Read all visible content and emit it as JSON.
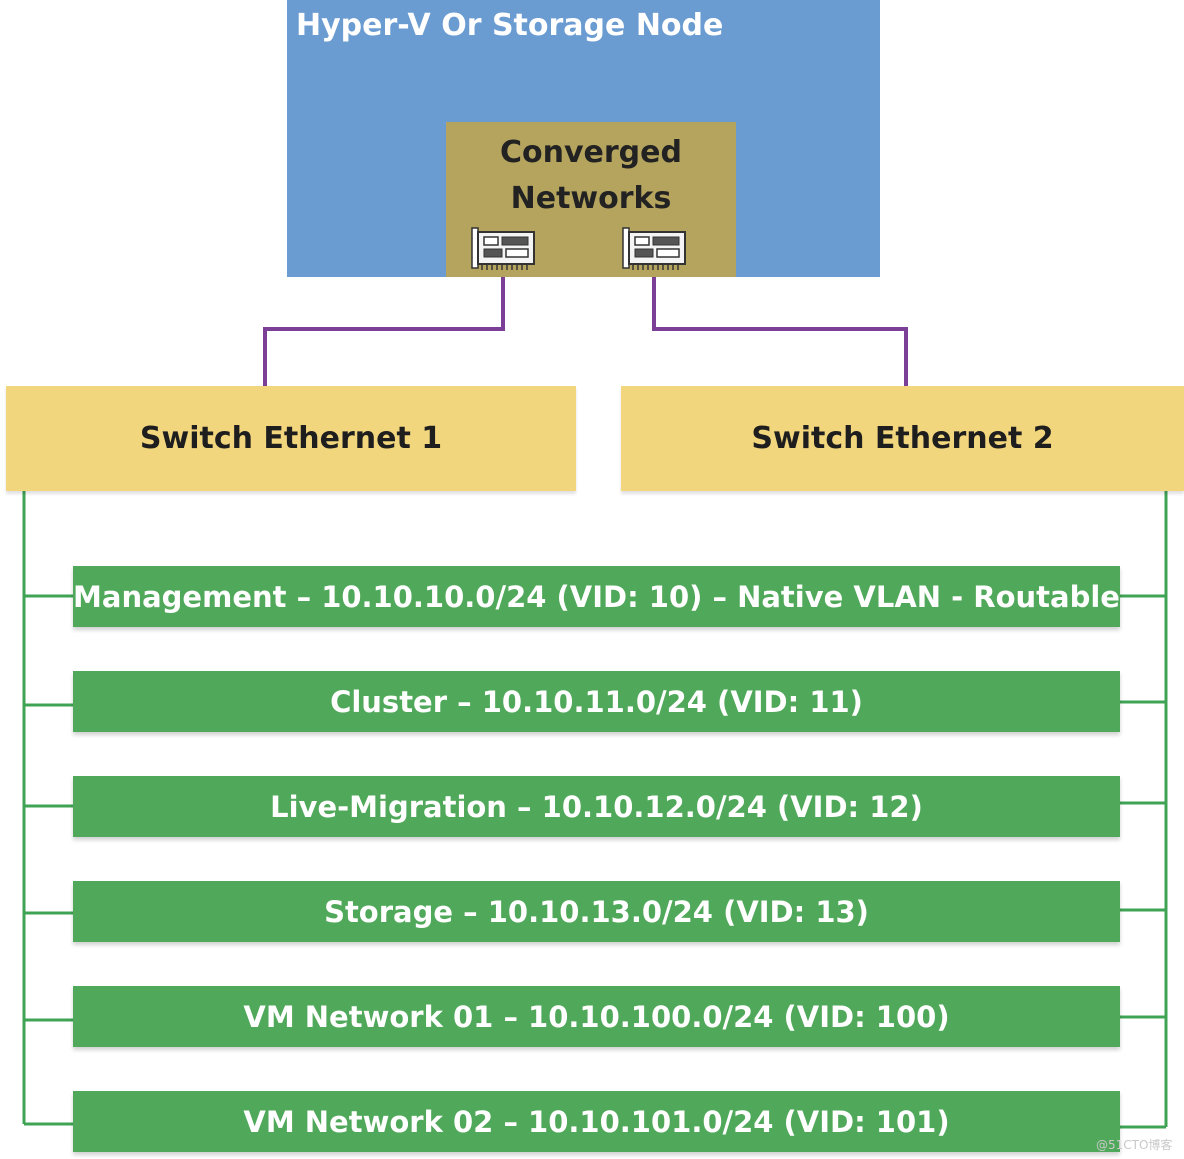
{
  "host": {
    "title": "Hyper-V Or Storage Node",
    "converged_label": "Converged\nNetworks"
  },
  "switches": [
    {
      "label": "Switch Ethernet 1"
    },
    {
      "label": "Switch Ethernet 2"
    }
  ],
  "vlans": [
    {
      "label": "Management – 10.10.10.0/24 (VID: 10) – Native VLAN - Routable"
    },
    {
      "label": "Cluster – 10.10.11.0/24 (VID: 11)"
    },
    {
      "label": "Live-Migration – 10.10.12.0/24 (VID: 12)"
    },
    {
      "label": "Storage – 10.10.13.0/24 (VID: 13)"
    },
    {
      "label": "VM Network 01 – 10.10.100.0/24 (VID: 100)"
    },
    {
      "label": "VM Network 02 – 10.10.101.0/24 (VID: 101)"
    }
  ],
  "icons": {
    "nic": "network-adapter-icon"
  },
  "colors": {
    "host": "#6a9bd1",
    "converged": "#b5a45e",
    "switch": "#f2d67d",
    "vlan": "#50a85a",
    "uplink_wire": "#7b3f98",
    "vlan_wire": "#3fa354"
  },
  "watermark": "@51CTO博客"
}
